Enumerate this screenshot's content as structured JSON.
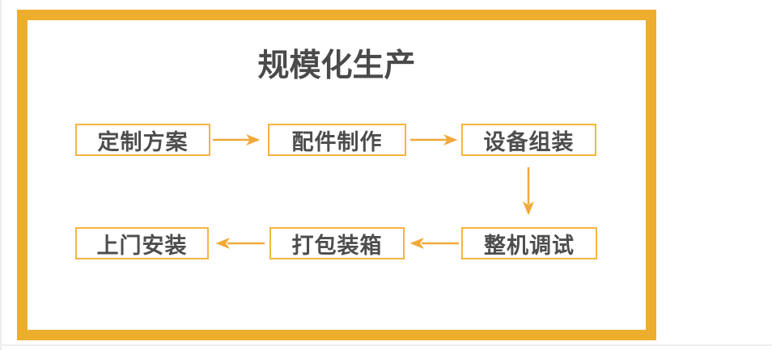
{
  "diagram": {
    "title": "规模化生产",
    "nodes": [
      {
        "id": "custom-plan",
        "label": "定制方案"
      },
      {
        "id": "parts-production",
        "label": "配件制作"
      },
      {
        "id": "equipment-assembly",
        "label": "设备组装"
      },
      {
        "id": "machine-debugging",
        "label": "整机调试"
      },
      {
        "id": "packing",
        "label": "打包装箱"
      },
      {
        "id": "onsite-installation",
        "label": "上门安装"
      }
    ],
    "edges": [
      {
        "from": "定制方案",
        "to": "配件制作",
        "direction": "right"
      },
      {
        "from": "配件制作",
        "to": "设备组装",
        "direction": "right"
      },
      {
        "from": "设备组装",
        "to": "整机调试",
        "direction": "down"
      },
      {
        "from": "整机调试",
        "to": "打包装箱",
        "direction": "left"
      },
      {
        "from": "打包装箱",
        "to": "上门安装",
        "direction": "left"
      }
    ],
    "colors": {
      "frame_border": "#EDAE2D",
      "node_border": "#F5B540",
      "arrow": "#F2A93B",
      "title_text": "#4A4A4A",
      "node_text": "#4D4D4D",
      "background": "#FFFFFF"
    }
  }
}
